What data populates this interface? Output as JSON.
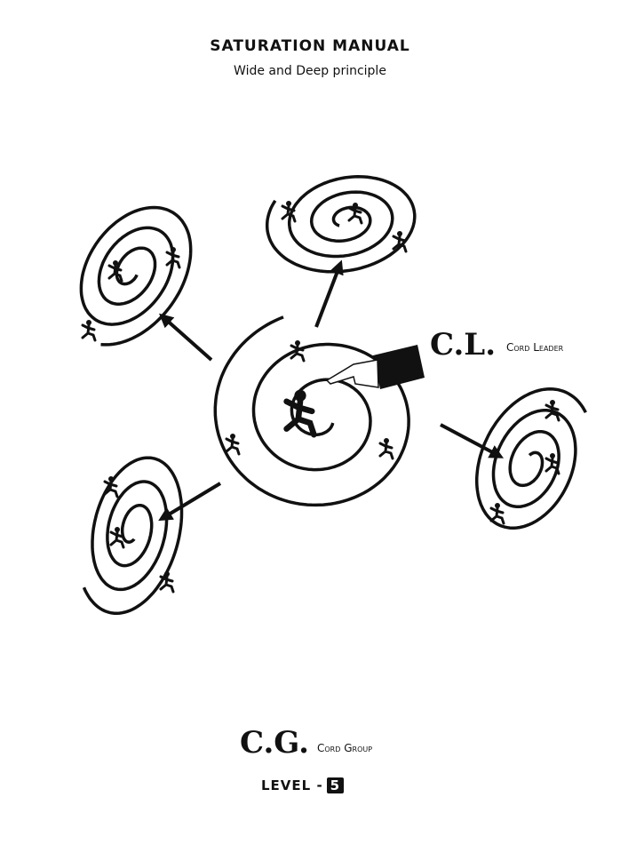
{
  "header": {
    "title": "SATURATION MANUAL",
    "subtitle": "Wide and Deep principle"
  },
  "cord_leader": {
    "abbr": "C.L.",
    "label": "Cord Leader"
  },
  "cord_group": {
    "abbr": "C.G.",
    "label": "Cord Group"
  },
  "level": {
    "label": "LEVEL -",
    "value": "5"
  },
  "colors": {
    "ink": "#111111",
    "background": "#ffffff"
  },
  "diagram": {
    "central_spiral": 1,
    "satellite_spirals": 4
  }
}
